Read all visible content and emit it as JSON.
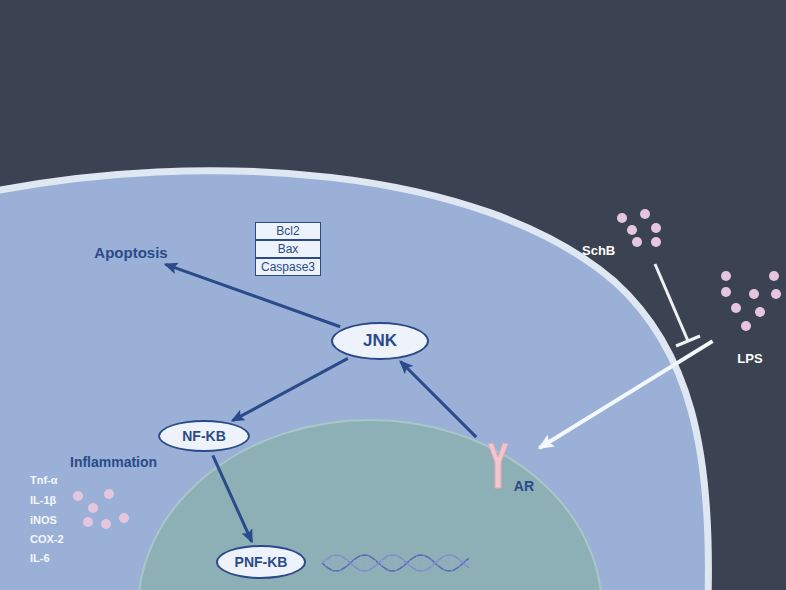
{
  "diagram": {
    "nodes": [
      {
        "text": [
          "Bcl2"
        ]
      },
      {
        "text": [
          "Bax"
        ]
      },
      {
        "text": [
          "Caspase3"
        ]
      },
      {
        "text": [
          "Apoptosis"
        ]
      },
      {
        "text": [
          "JNK"
        ]
      },
      {
        "text": [
          "NF-KB"
        ]
      },
      {
        "text": [
          "PNF-KB"
        ]
      },
      {
        "text": [
          "AR"
        ]
      },
      {
        "text": [
          "LPS"
        ]
      }
    ],
    "edges": [
      {
        "from": 8,
        "to": 7,
        "arrow": "to"
      },
      {
        "from": 7,
        "to": 4,
        "arrow": "to"
      },
      {
        "from": 4,
        "to": 3,
        "arrow": "to"
      },
      {
        "from": 4,
        "to": 5,
        "arrow": "to"
      },
      {
        "from": 5,
        "to": 6,
        "arrow": "to"
      }
    ],
    "labels": [
      "SchB",
      "Inflammation",
      "Tnf-α",
      "IL-1β",
      "iNOS",
      "COX-2",
      "IL-6"
    ]
  }
}
